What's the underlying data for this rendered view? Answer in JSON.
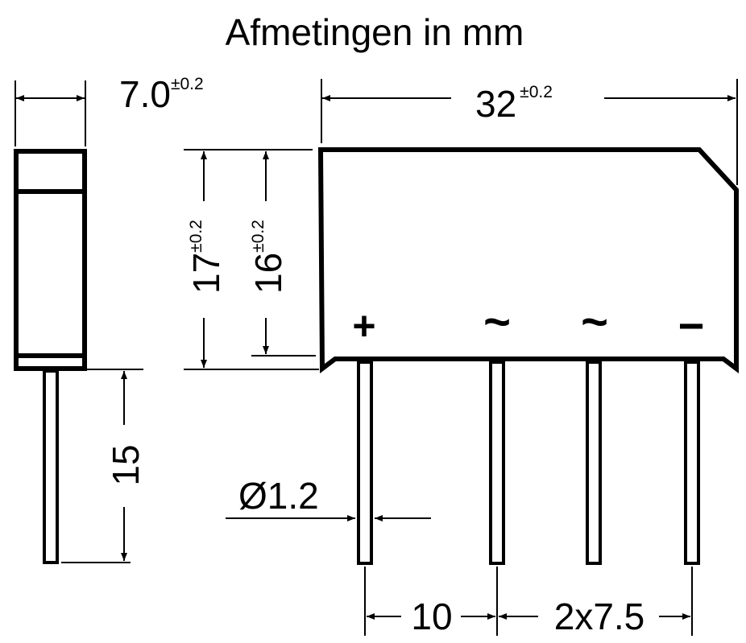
{
  "title": "Afmetingen in mm",
  "dimensions": {
    "side_width": {
      "value": "7.0",
      "tolerance": "±0.2"
    },
    "body_length": {
      "value": "32",
      "tolerance": "±0.2"
    },
    "body_height_total": {
      "value": "17",
      "tolerance": "±0.2"
    },
    "body_height_inner": {
      "value": "16",
      "tolerance": "±0.2"
    },
    "lead_length": {
      "value": "15"
    },
    "lead_diameter": {
      "value": "Ø1.2"
    },
    "pin_spacing_first": {
      "value": "10"
    },
    "pin_spacing_rest": {
      "value": "2x7.5"
    }
  },
  "terminals": {
    "plus": "+",
    "ac1": "~",
    "ac2": "~",
    "minus": "−"
  }
}
